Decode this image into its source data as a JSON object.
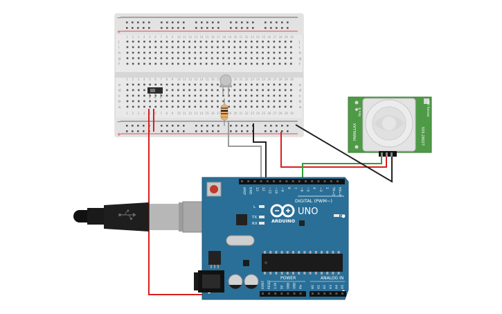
{
  "board": {
    "brand": "ARDUINO",
    "model": "UNO",
    "digital_label": "DIGITAL (PWM~)",
    "analog_label": "ANALOG IN",
    "power_label": "POWER",
    "on_label": "ON",
    "led_l": "L",
    "led_tx": "TX",
    "led_rx": "RX",
    "top_header_labels": [
      "AREF",
      "GND",
      "13",
      "12",
      "~11",
      "~10",
      "~9",
      "8",
      "7",
      "~6",
      "~5",
      "4",
      "~3",
      "2",
      "TX→1",
      "RX←0"
    ],
    "power_pin_labels": [
      "IOREF",
      "RESET",
      "3.3V",
      "5V",
      "GND",
      "GND",
      "Vin"
    ],
    "analog_pin_labels": [
      "A0",
      "A1",
      "A2",
      "A3",
      "A4",
      "A5"
    ]
  },
  "breadboard": {
    "row_letters_top": [
      "j",
      "i",
      "h",
      "g",
      "f"
    ],
    "row_letters_bottom": [
      "e",
      "d",
      "c",
      "b",
      "a"
    ],
    "column_numbers": [
      "1",
      "2",
      "3",
      "4",
      "5",
      "6",
      "7",
      "8",
      "9",
      "10",
      "11",
      "12",
      "13",
      "14",
      "15",
      "16",
      "17",
      "18",
      "19",
      "20",
      "21",
      "22",
      "23",
      "24",
      "25",
      "26",
      "27",
      "28",
      "29",
      "30"
    ]
  },
  "pir": {
    "left_text": "PARALLAX",
    "left_text_2": "Rev B",
    "right_text": "555-28027",
    "right_text_2": "PIR Sensor"
  },
  "colors": {
    "board_blue": "#2a6f97",
    "breadboard": "#e9e9e9",
    "wire_red": "#d81e1e",
    "wire_black": "#222222",
    "wire_green": "#2e9d3a",
    "wire_gray": "#9a9a9a",
    "pir_green": "#4f9a47"
  }
}
